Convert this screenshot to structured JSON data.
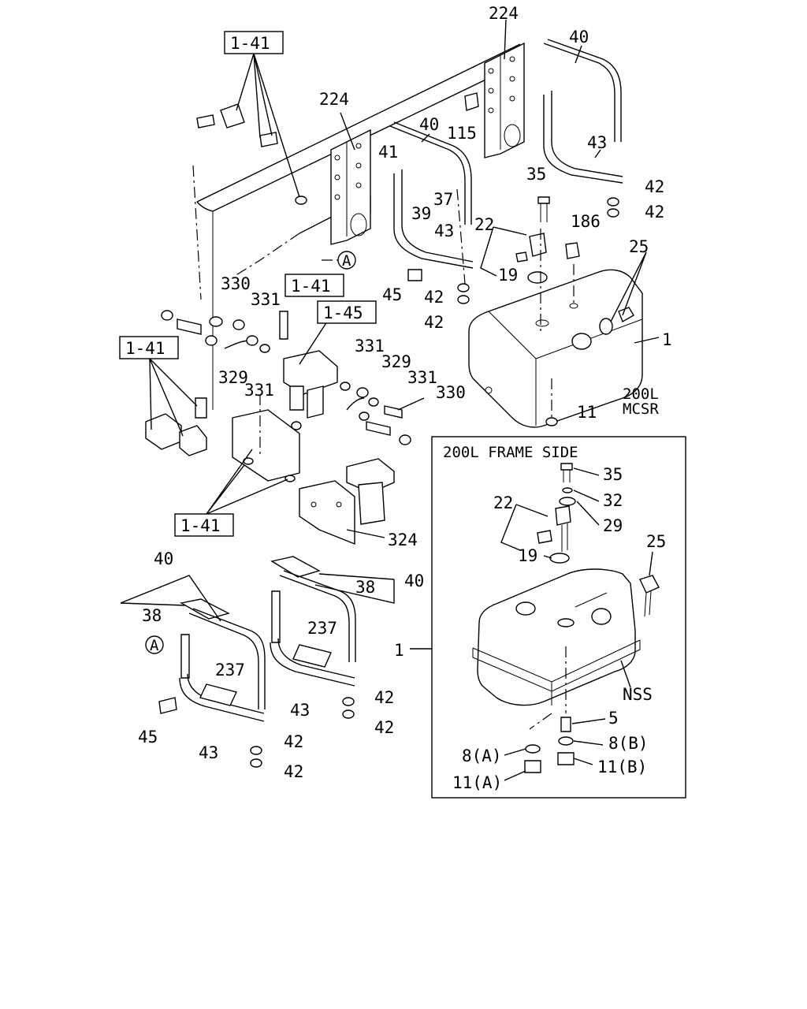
{
  "refs": {
    "r1": "1-41",
    "r2": "1-41",
    "r3": "1-45",
    "r4": "1-41",
    "r5": "1-41"
  },
  "labels": {
    "l224a": "224",
    "l224b": "224",
    "l40a": "40",
    "l40b": "40",
    "l115": "115",
    "l41": "41",
    "l39": "39",
    "l37": "37",
    "l43a": "43",
    "l43b": "43",
    "l35": "35",
    "l42a": "42",
    "l42b": "42",
    "l186": "186",
    "l25a": "25",
    "l22a": "22",
    "l19a": "19",
    "l45a": "45",
    "l42c": "42",
    "l42d": "42",
    "l1a": "1",
    "l330a": "330",
    "l331a": "331",
    "l331b": "331",
    "l329a": "329",
    "l331c": "331",
    "l331d": "331",
    "l329b": "329",
    "l330b": "330",
    "l11": "11",
    "l324": "324",
    "l40c": "40",
    "l38a": "38",
    "l40d": "40",
    "l38b": "38",
    "l237a": "237",
    "l237b": "237",
    "l45b": "45",
    "l43c": "43",
    "l43d": "43",
    "l42e": "42",
    "l42f": "42",
    "l42g": "42",
    "l42h": "42",
    "l1b": "1",
    "cap200": "200L",
    "capMcsr": "MCSR"
  },
  "inset": {
    "title": "200L FRAME SIDE",
    "l35": "35",
    "l32": "32",
    "l22": "22",
    "l29": "29",
    "l25": "25",
    "l19": "19",
    "lNss": "NSS",
    "l5": "5",
    "l8a": "8(A)",
    "l8b": "8(B)",
    "l11a": "11(A)",
    "l11b": "11(B)"
  },
  "markers": {
    "mA1": "A",
    "mA2": "A"
  }
}
